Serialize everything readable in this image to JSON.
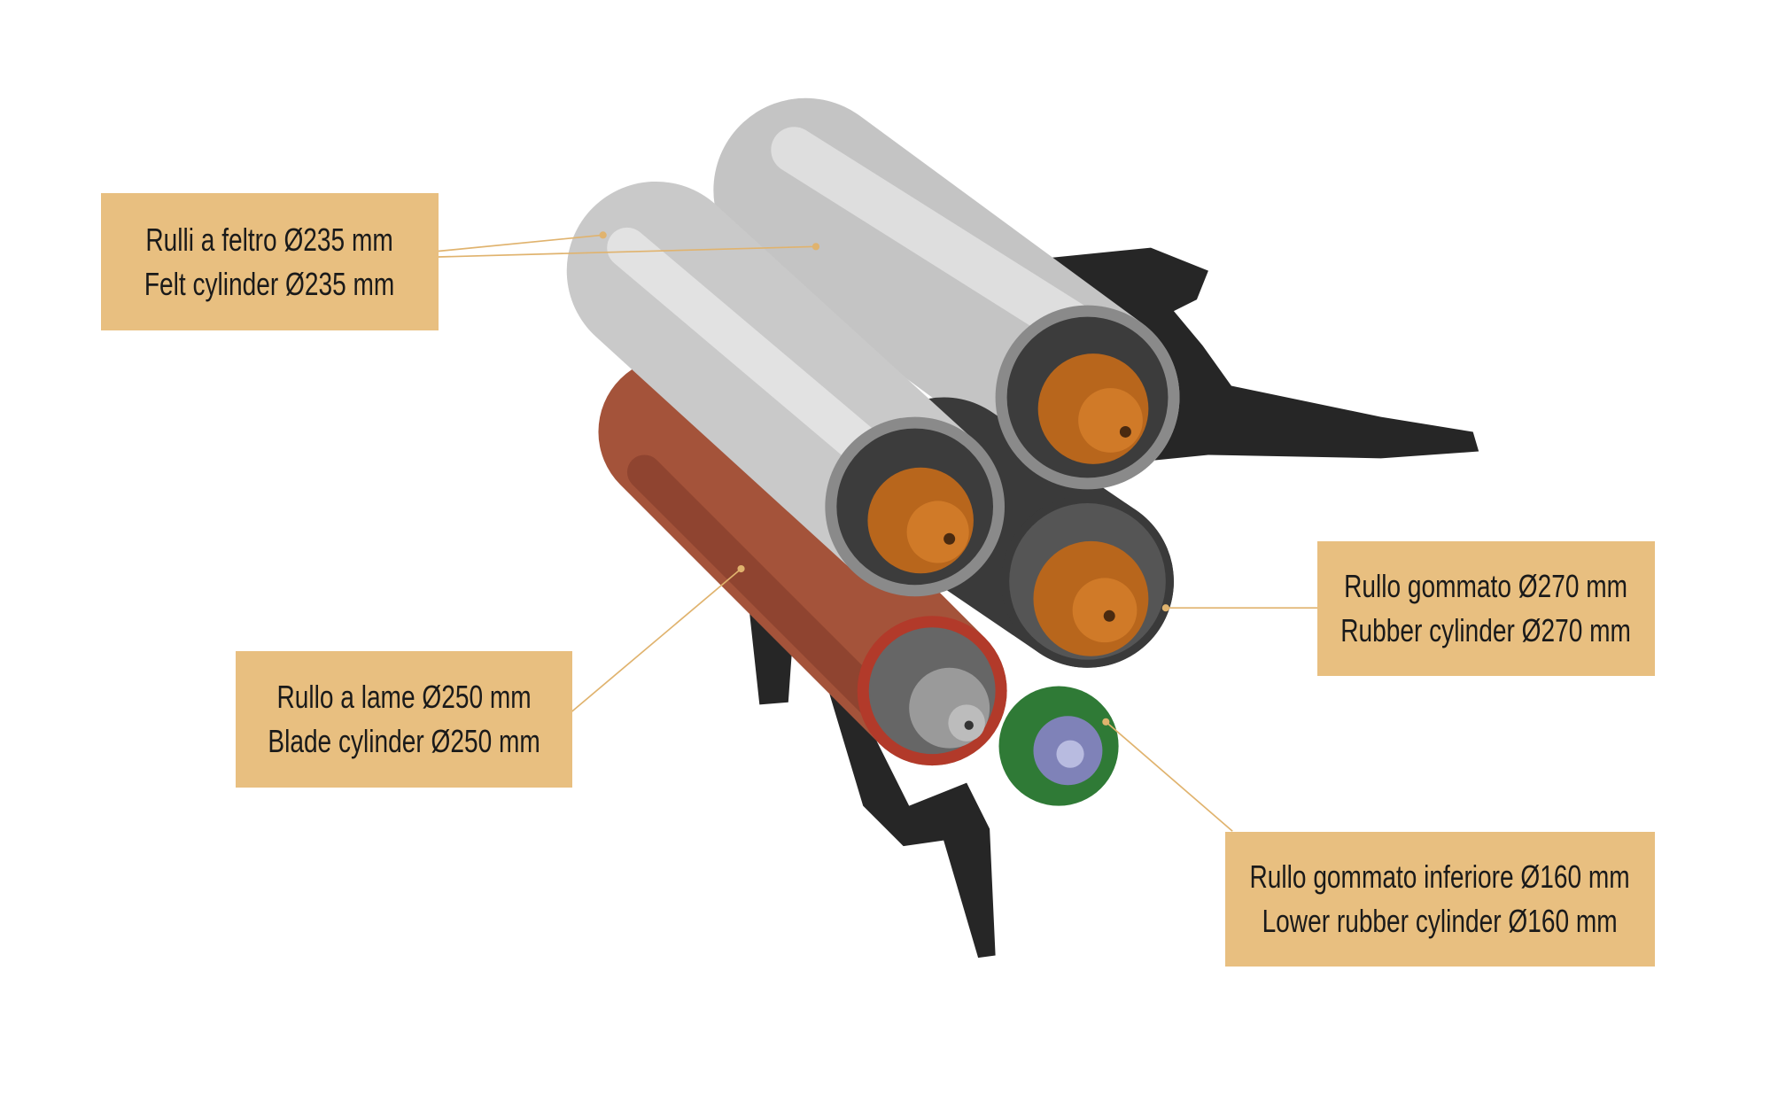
{
  "labels": {
    "felt": {
      "it": "Rulli a feltro Ø235 mm",
      "en": "Felt cylinder Ø235 mm"
    },
    "blade": {
      "it": "Rullo a lame Ø250 mm",
      "en": "Blade cylinder Ø250 mm"
    },
    "rubber": {
      "it": "Rullo gommato Ø270 mm",
      "en": "Rubber cylinder Ø270 mm"
    },
    "lower": {
      "it": "Rullo gommato inferiore Ø160 mm",
      "en": "Lower rubber cylinder Ø160 mm"
    }
  },
  "colors": {
    "label_bg": "#e8bf80",
    "leader": "#e0b36e",
    "felt": "#c9c9c9",
    "blade": "#a4533a",
    "lower": "#2f7a36",
    "frame": "#262626",
    "hub": "#b8661c"
  }
}
